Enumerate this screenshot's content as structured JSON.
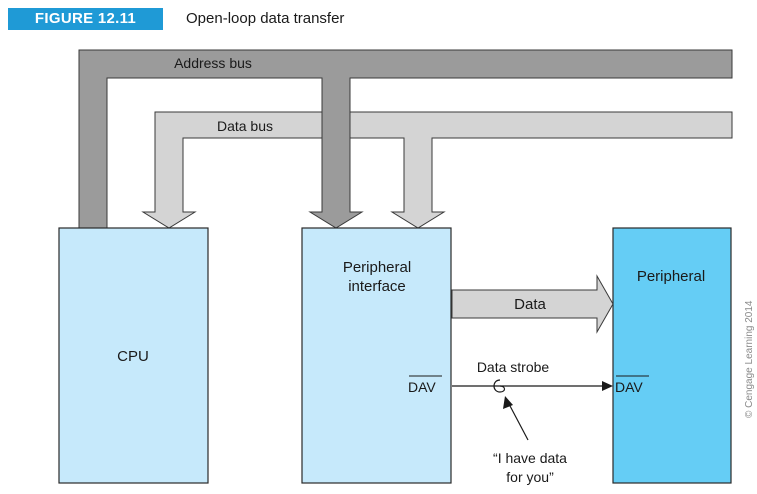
{
  "figure": {
    "badge": "FIGURE 12.11",
    "title": "Open-loop data transfer"
  },
  "buses": {
    "address_label": "Address bus",
    "data_label": "Data bus"
  },
  "blocks": {
    "cpu": "CPU",
    "interface_line1": "Peripheral",
    "interface_line2": "interface",
    "peripheral": "Peripheral"
  },
  "signals": {
    "data_arrow": "Data",
    "dav_out": "DAV",
    "dav_in": "DAV",
    "strobe": "Data strobe",
    "note_line1": "“I have data",
    "note_line2": "for you”"
  },
  "credit": "© Cengage Learning 2014",
  "colors": {
    "address_bus": "#9b9b9b",
    "data_bus": "#d4d4d4",
    "block_light": "#c6e9fb",
    "block_dark": "#65cdf5",
    "badge": "#1f9ad6"
  }
}
